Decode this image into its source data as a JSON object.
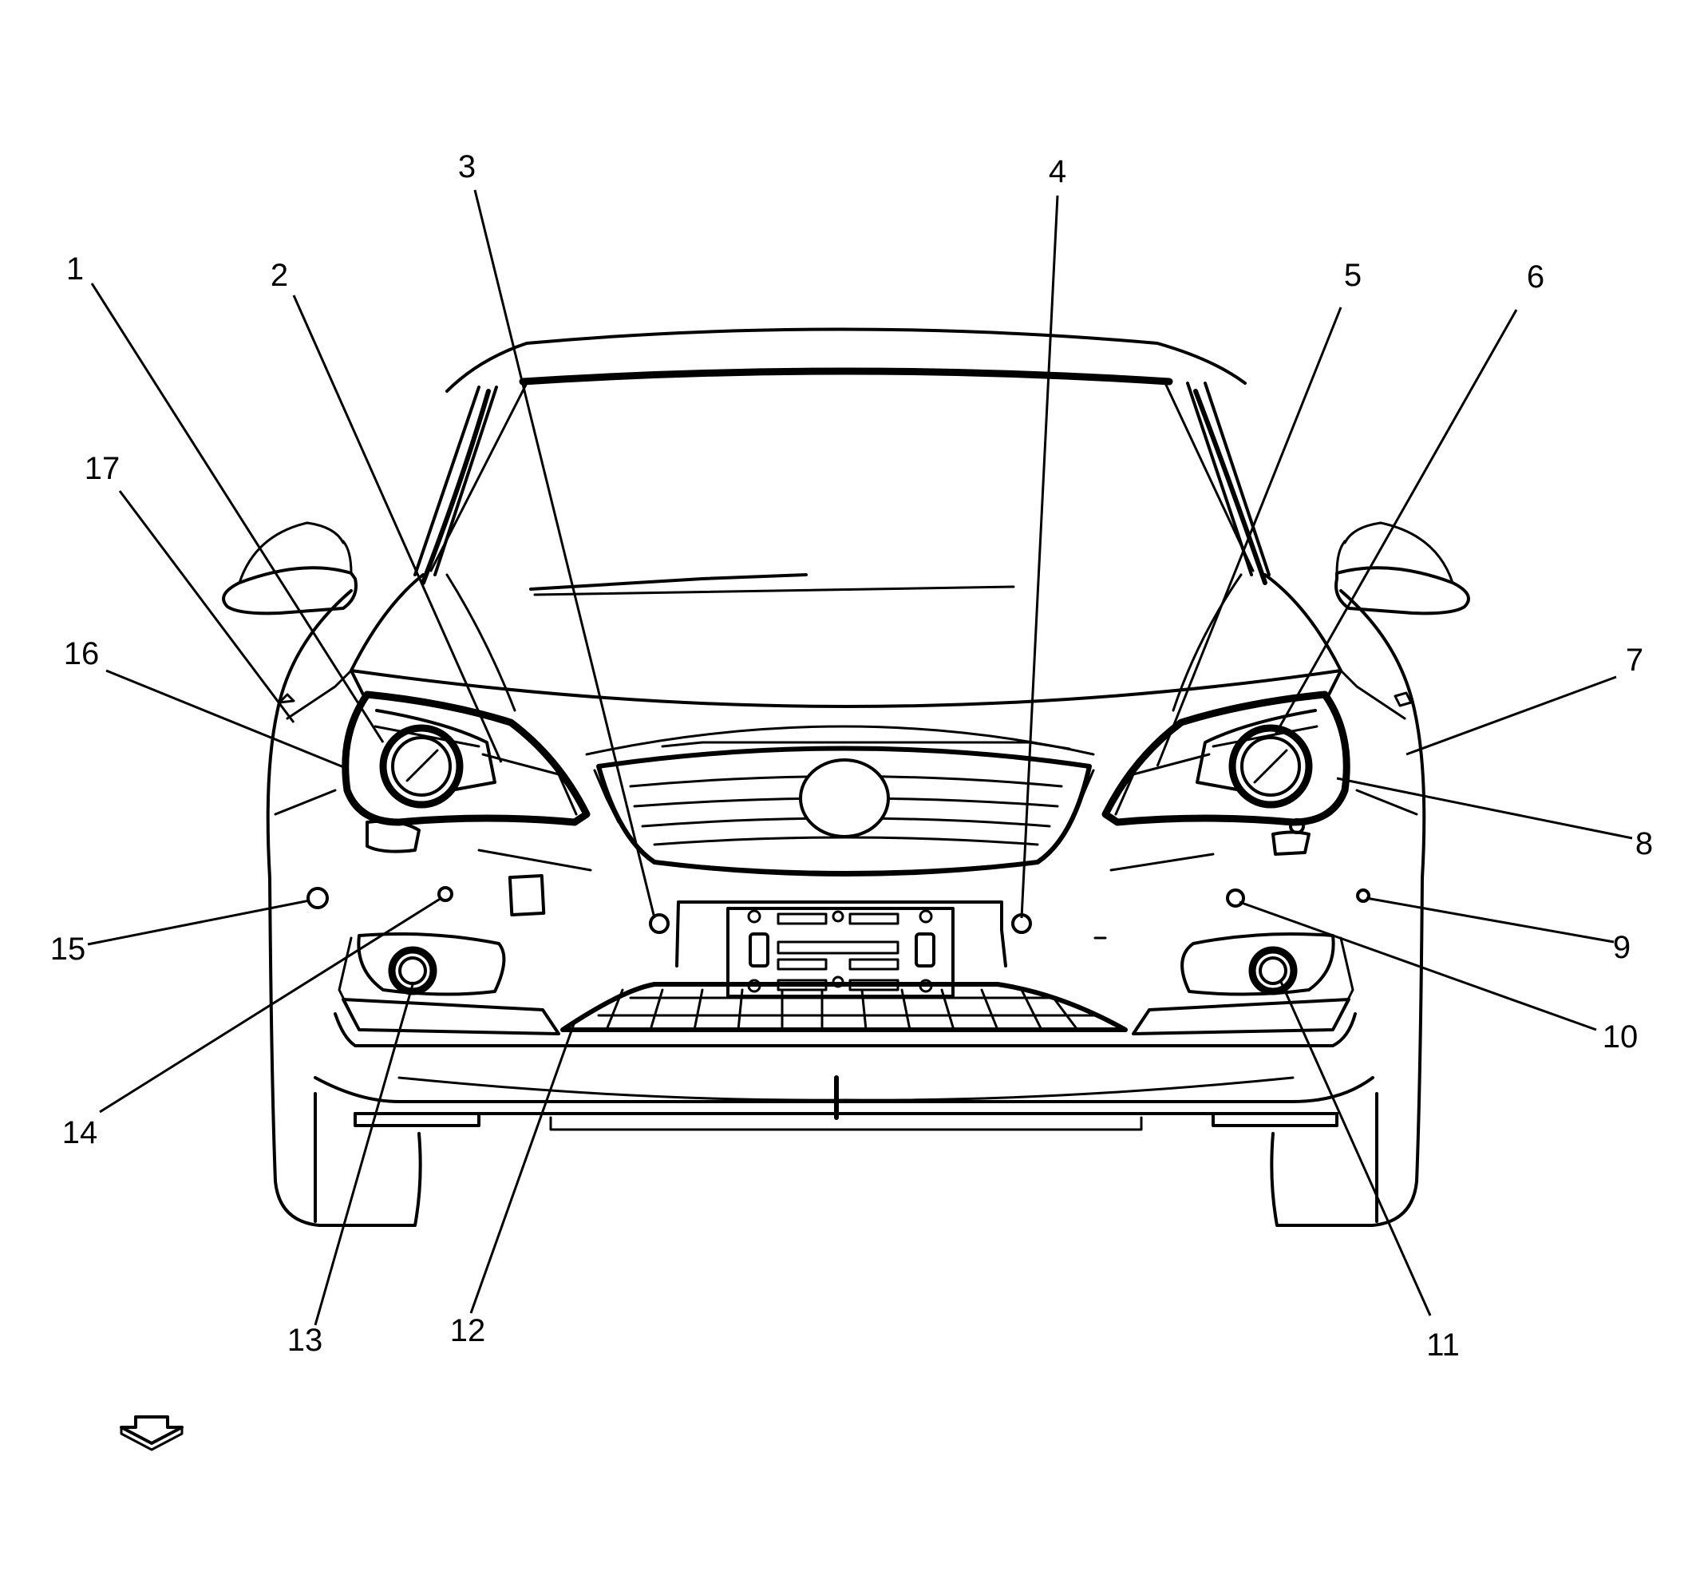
{
  "figure": {
    "description_colors": {
      "line": "#000000",
      "background": "#ffffff"
    },
    "orientation_icon": "front-view-arrow-icon",
    "callouts": [
      {
        "id": "callout-1",
        "label": "1"
      },
      {
        "id": "callout-2",
        "label": "2"
      },
      {
        "id": "callout-3",
        "label": "3"
      },
      {
        "id": "callout-4",
        "label": "4"
      },
      {
        "id": "callout-5",
        "label": "5"
      },
      {
        "id": "callout-6",
        "label": "6"
      },
      {
        "id": "callout-7",
        "label": "7"
      },
      {
        "id": "callout-8",
        "label": "8"
      },
      {
        "id": "callout-9",
        "label": "9"
      },
      {
        "id": "callout-10",
        "label": "10"
      },
      {
        "id": "callout-11",
        "label": "11"
      },
      {
        "id": "callout-12",
        "label": "12"
      },
      {
        "id": "callout-13",
        "label": "13"
      },
      {
        "id": "callout-14",
        "label": "14"
      },
      {
        "id": "callout-15",
        "label": "15"
      },
      {
        "id": "callout-16",
        "label": "16"
      },
      {
        "id": "callout-17",
        "label": "17"
      }
    ]
  }
}
